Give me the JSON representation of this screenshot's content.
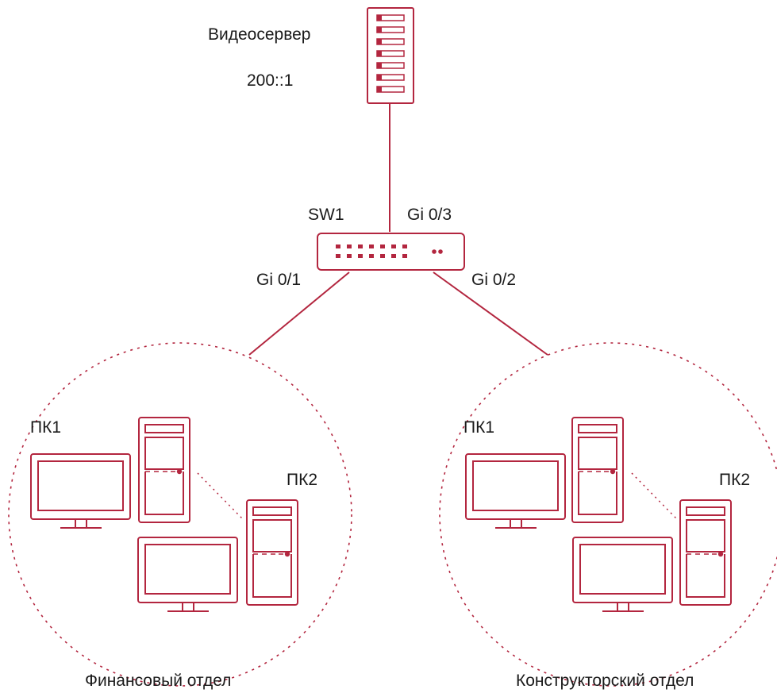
{
  "server": {
    "label": "Видеосервер",
    "address": "200::1"
  },
  "switch": {
    "label": "SW1",
    "ports": {
      "uplink": "Gi 0/3",
      "left": "Gi 0/1",
      "right": "Gi 0/2"
    }
  },
  "departments": [
    {
      "name": "Финансовый отдел",
      "pc1": "ПК1",
      "pc2": "ПК2"
    },
    {
      "name": "Конструкторский отдел",
      "pc1": "ПК1",
      "pc2": "ПК2"
    }
  ],
  "colors": {
    "device": "#b3263f",
    "line": "#b3263f",
    "text": "#1a1a1a"
  }
}
